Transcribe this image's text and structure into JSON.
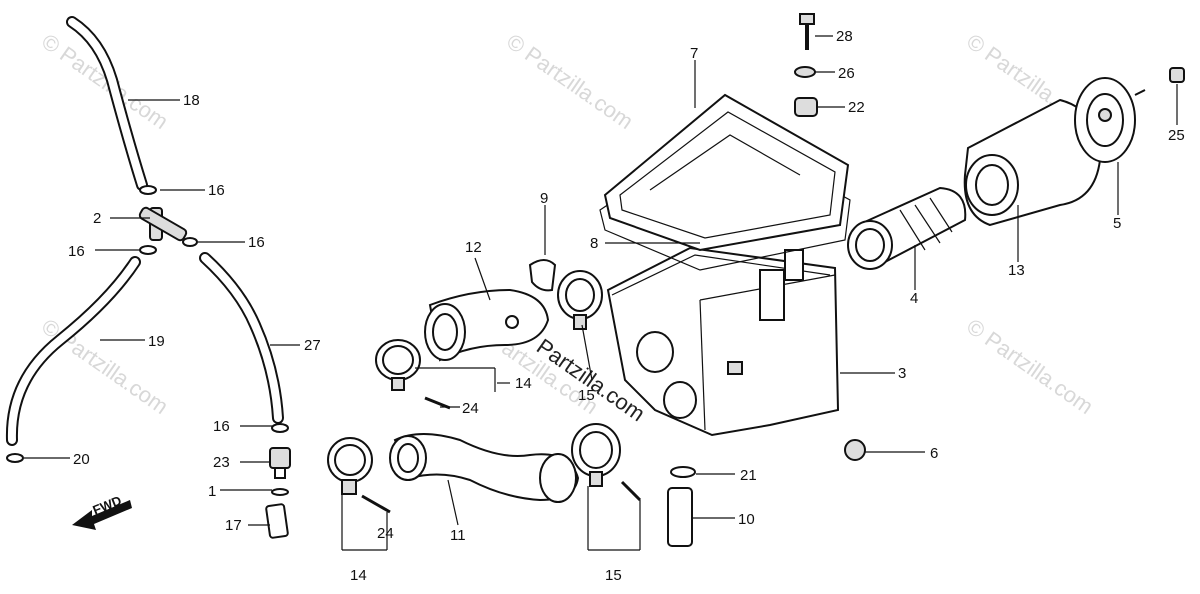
{
  "watermarks": [
    "© Partzilla.com",
    "© Partzilla.com",
    "© Partzilla.com",
    "© Partzilla.com",
    "© Partzilla.com",
    "© Partzilla.com"
  ],
  "center_watermark": "Partzilla.com",
  "fwd_label": "FWD",
  "callouts": {
    "c1": "1",
    "c2": "2",
    "c3": "3",
    "c4": "4",
    "c5": "5",
    "c6": "6",
    "c7": "7",
    "c8": "8",
    "c9": "9",
    "c10": "10",
    "c11": "11",
    "c12": "12",
    "c13": "13",
    "c14a": "14",
    "c14b": "14",
    "c15a": "15",
    "c15b": "15",
    "c16a": "16",
    "c16b": "16",
    "c16c": "16",
    "c16d": "16",
    "c17": "17",
    "c18": "18",
    "c19": "19",
    "c20": "20",
    "c21": "21",
    "c22": "22",
    "c23": "23",
    "c24a": "24",
    "c24b": "24",
    "c25": "25",
    "c26": "26",
    "c27": "27",
    "c28": "28"
  }
}
